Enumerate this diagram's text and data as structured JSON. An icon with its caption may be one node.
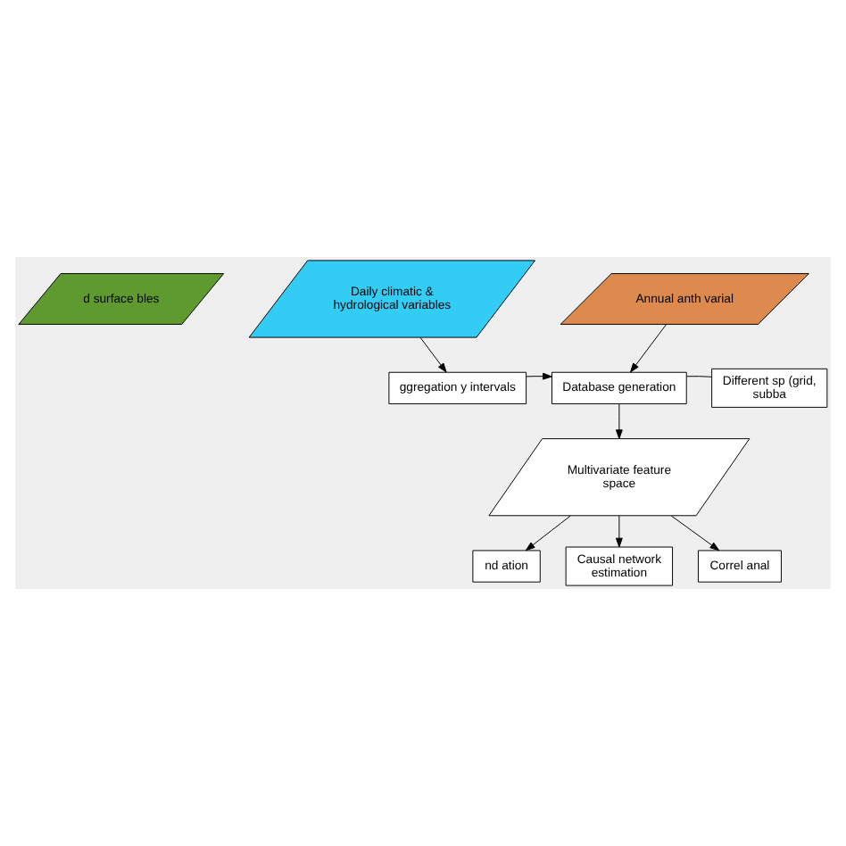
{
  "diagram": {
    "nodes": [
      {
        "text": [
          "d surface bles"
        ]
      },
      {
        "text": [
          "Daily climatic & hydrological variables"
        ]
      },
      {
        "text": [
          "Annual anth varial"
        ]
      },
      {
        "text": [
          "ggregation y intervals"
        ]
      },
      {
        "text": [
          "Database generation"
        ]
      },
      {
        "text": [
          "Different sp (grid, subba"
        ]
      },
      {
        "text": [
          "Multivariate feature space"
        ]
      },
      {
        "text": [
          "nd ation"
        ]
      },
      {
        "text": [
          "Causal network estimation"
        ]
      },
      {
        "text": [
          "Correl anal"
        ]
      }
    ],
    "edges": [
      {
        "from": 1,
        "to": 3,
        "arrow": "to"
      },
      {
        "from": 2,
        "to": 4,
        "arrow": "to"
      },
      {
        "from": 3,
        "to": 4,
        "arrow": "to"
      },
      {
        "from": 4,
        "to": 5,
        "arrow": "none"
      },
      {
        "from": 4,
        "to": 6,
        "arrow": "to"
      },
      {
        "from": 6,
        "to": 7,
        "arrow": "to"
      },
      {
        "from": 6,
        "to": 8,
        "arrow": "to"
      },
      {
        "from": 6,
        "to": 9,
        "arrow": "to"
      }
    ]
  }
}
